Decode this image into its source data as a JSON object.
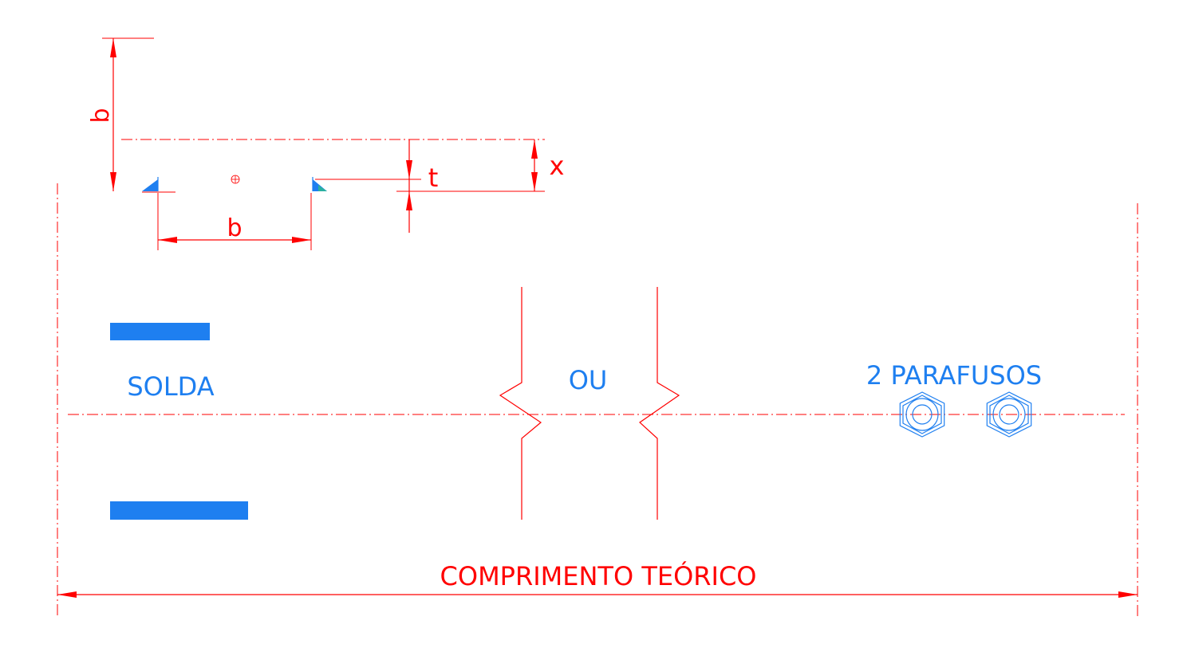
{
  "labels": {
    "b_vertical": "b",
    "b_horizontal": "b",
    "t": "t",
    "x": "x",
    "solda": "SOLDA",
    "ou": "OU",
    "parafusos": "2 PARAFUSOS",
    "comprimento": "COMPRIMENTO TEÓRICO"
  },
  "colors": {
    "dimension": "#ff0000",
    "annotation": "#1e7ff0",
    "section_fill": "#1e7ff0",
    "section_accent": "#2ab0a0"
  }
}
